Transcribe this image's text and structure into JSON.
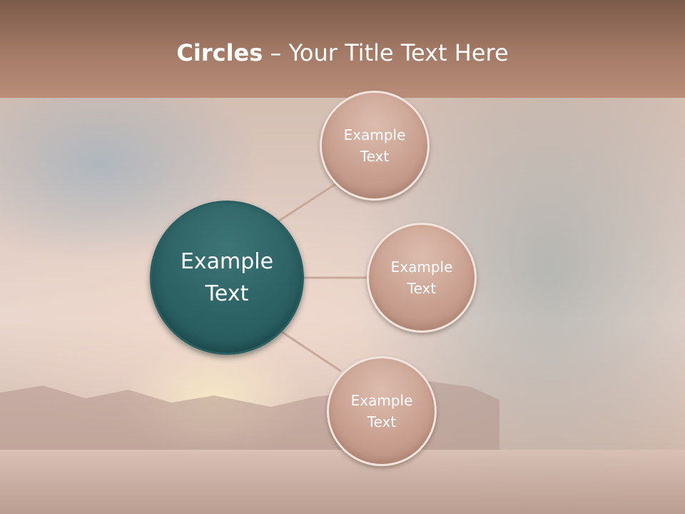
{
  "title": {
    "bold": "Circles",
    "rest": " – Your Title Text Here"
  },
  "center": {
    "line1": "Example",
    "line2": "Text"
  },
  "satellites": [
    {
      "line1": "Example",
      "line2": "Text"
    },
    {
      "line1": "Example",
      "line2": "Text"
    },
    {
      "line1": "Example",
      "line2": "Text"
    }
  ],
  "colors": {
    "header": "#a47b67",
    "center_fill": "#2c6264",
    "satellite_fill": "#c9a090",
    "connector": "#c8a898"
  }
}
